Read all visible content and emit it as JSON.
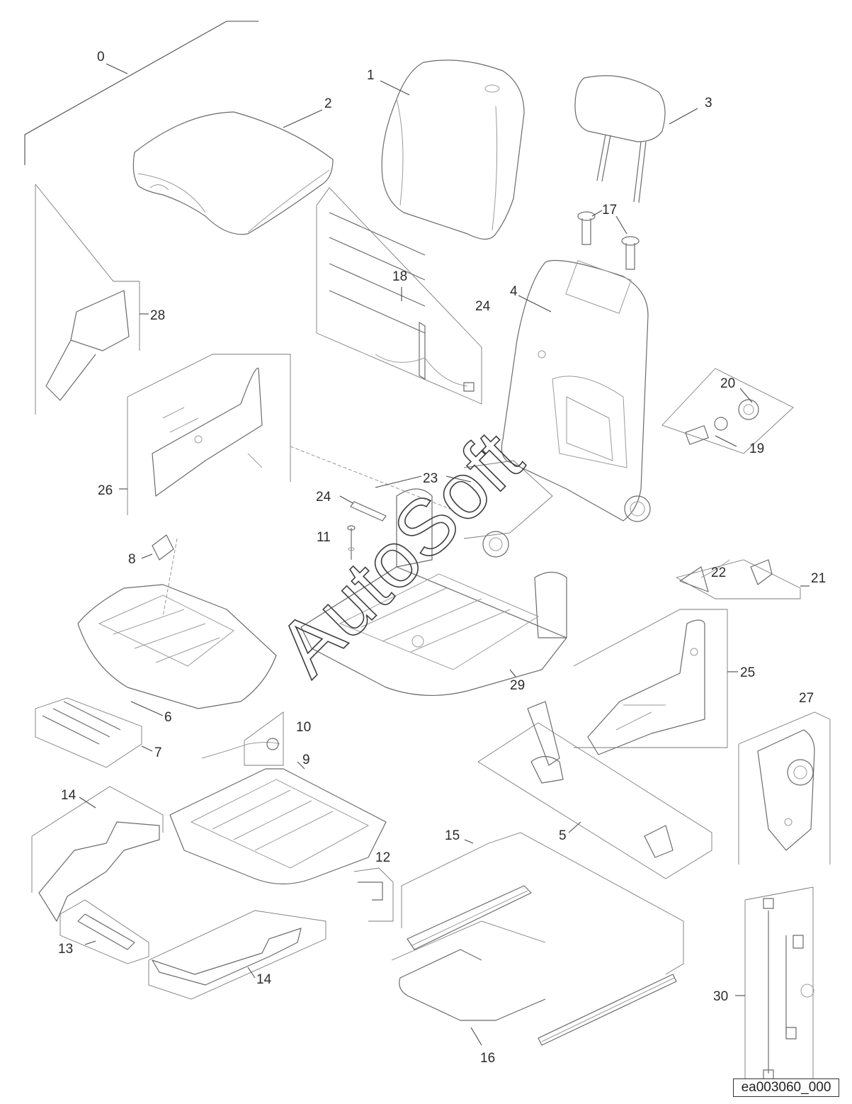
{
  "diagram": {
    "reference_code": "ea003060_000",
    "watermark": "AutoSoft",
    "callouts": [
      {
        "id": "c0",
        "label": "0"
      },
      {
        "id": "c1",
        "label": "1"
      },
      {
        "id": "c2",
        "label": "2"
      },
      {
        "id": "c3",
        "label": "3"
      },
      {
        "id": "c4",
        "label": "4"
      },
      {
        "id": "c5",
        "label": "5"
      },
      {
        "id": "c6",
        "label": "6"
      },
      {
        "id": "c7",
        "label": "7"
      },
      {
        "id": "c8",
        "label": "8"
      },
      {
        "id": "c9",
        "label": "9"
      },
      {
        "id": "c10",
        "label": "10"
      },
      {
        "id": "c11",
        "label": "11"
      },
      {
        "id": "c12",
        "label": "12"
      },
      {
        "id": "c13",
        "label": "13"
      },
      {
        "id": "c14a",
        "label": "14"
      },
      {
        "id": "c14b",
        "label": "14"
      },
      {
        "id": "c15",
        "label": "15"
      },
      {
        "id": "c16",
        "label": "16"
      },
      {
        "id": "c17",
        "label": "17"
      },
      {
        "id": "c18",
        "label": "18"
      },
      {
        "id": "c19",
        "label": "19"
      },
      {
        "id": "c20",
        "label": "20"
      },
      {
        "id": "c21",
        "label": "21"
      },
      {
        "id": "c22",
        "label": "22"
      },
      {
        "id": "c23",
        "label": "23"
      },
      {
        "id": "c24a",
        "label": "24"
      },
      {
        "id": "c24b",
        "label": "24"
      },
      {
        "id": "c25",
        "label": "25"
      },
      {
        "id": "c26",
        "label": "26"
      },
      {
        "id": "c27",
        "label": "27"
      },
      {
        "id": "c28",
        "label": "28"
      },
      {
        "id": "c29",
        "label": "29"
      },
      {
        "id": "c30",
        "label": "30"
      }
    ]
  }
}
